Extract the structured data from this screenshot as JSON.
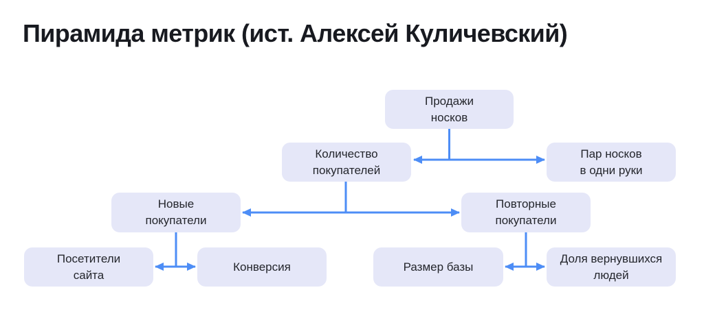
{
  "title": "Пирамида метрик (ист. Алексей Куличевский)",
  "colors": {
    "background": "#ffffff",
    "box_fill": "#e5e7f8",
    "box_text": "#24262c",
    "arrow": "#4d8df6",
    "title_text": "#181a20"
  },
  "nodes": {
    "sales": {
      "label": "Продажи\nносков"
    },
    "buyers_count": {
      "label": "Количество\nпокупателей"
    },
    "pairs_per_hand": {
      "label": "Пар носков\nв одни руки"
    },
    "new_buyers": {
      "label": "Новые\nпокупатели"
    },
    "repeat_buyers": {
      "label": "Повторные\nпокупатели"
    },
    "site_visitors": {
      "label": "Посетители\nсайта"
    },
    "conversion": {
      "label": "Конверсия"
    },
    "base_size": {
      "label": "Размер базы"
    },
    "returning_share": {
      "label": "Доля вернувшихся\nлюдей"
    }
  }
}
